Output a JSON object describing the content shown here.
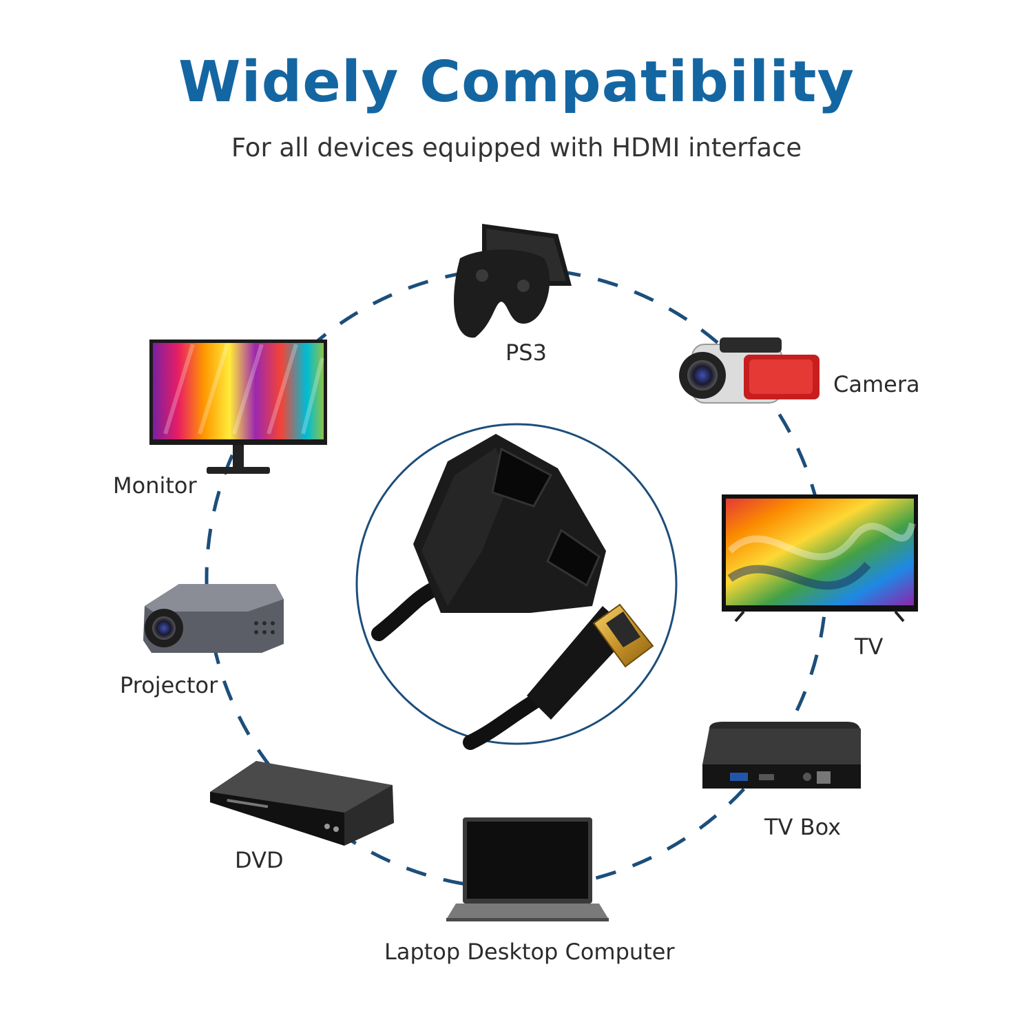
{
  "heading": {
    "title": "Widely Compatibility",
    "subtitle": "For all devices equipped with HDMI interface"
  },
  "devices": {
    "ps3": "PS3",
    "camera": "Camera",
    "monitor": "Monitor",
    "tv": "TV",
    "projector": "Projector",
    "tv_box": "TV Box",
    "dvd": "DVD",
    "laptop": "Laptop Desktop Computer"
  },
  "colors": {
    "accent": "#1466a2",
    "circle": "#1c4e7a",
    "text": "#2b2b2b"
  },
  "center_product": "hdmi-splitter-cable"
}
